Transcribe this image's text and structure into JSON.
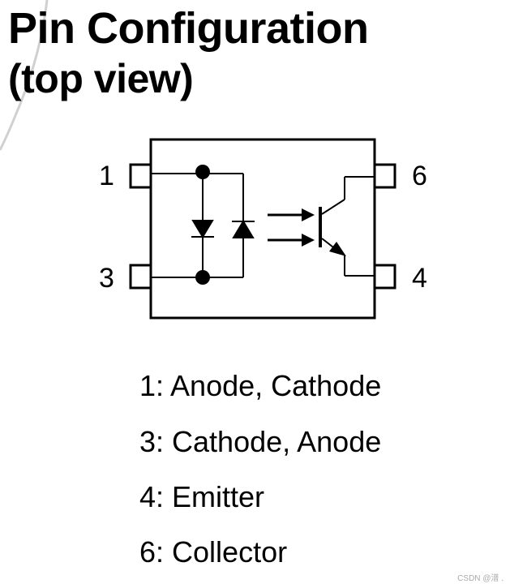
{
  "title": {
    "line1": "Pin Configuration",
    "line2": "(top view)"
  },
  "pins": {
    "pin1": "1",
    "pin3": "3",
    "pin6": "6",
    "pin4": "4"
  },
  "legend": [
    "1: Anode, Cathode",
    "3: Cathode, Anode",
    "4: Emitter",
    "6: Collector"
  ],
  "watermark": "CSDN @潽 ."
}
